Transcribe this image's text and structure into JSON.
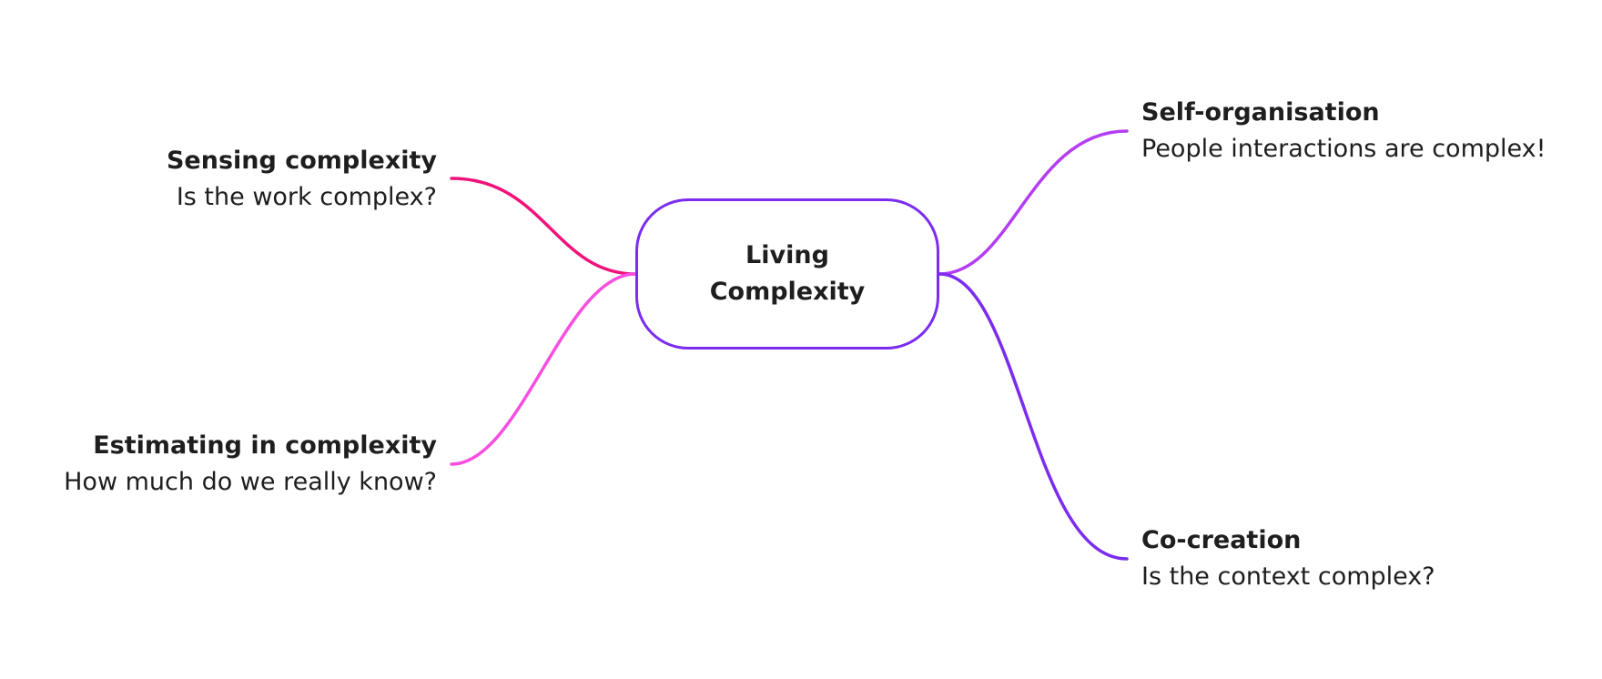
{
  "center": {
    "title": "Living\nComplexity",
    "border_color": "#7b2cf0"
  },
  "branches": [
    {
      "id": "sensing",
      "title": "Sensing complexity",
      "subtitle": "Is the work complex?",
      "side": "left",
      "color": "#f0127a"
    },
    {
      "id": "estimating",
      "title": "Estimating in complexity",
      "subtitle": "How much do we really know?",
      "side": "left",
      "color": "#f84ee0"
    },
    {
      "id": "self",
      "title": "Self-organisation",
      "subtitle": "People interactions are complex!",
      "side": "right",
      "color": "#b43cf2"
    },
    {
      "id": "cocreation",
      "title": "Co-creation",
      "subtitle": "Is the context complex?",
      "side": "right",
      "color": "#7b2cf0"
    }
  ]
}
